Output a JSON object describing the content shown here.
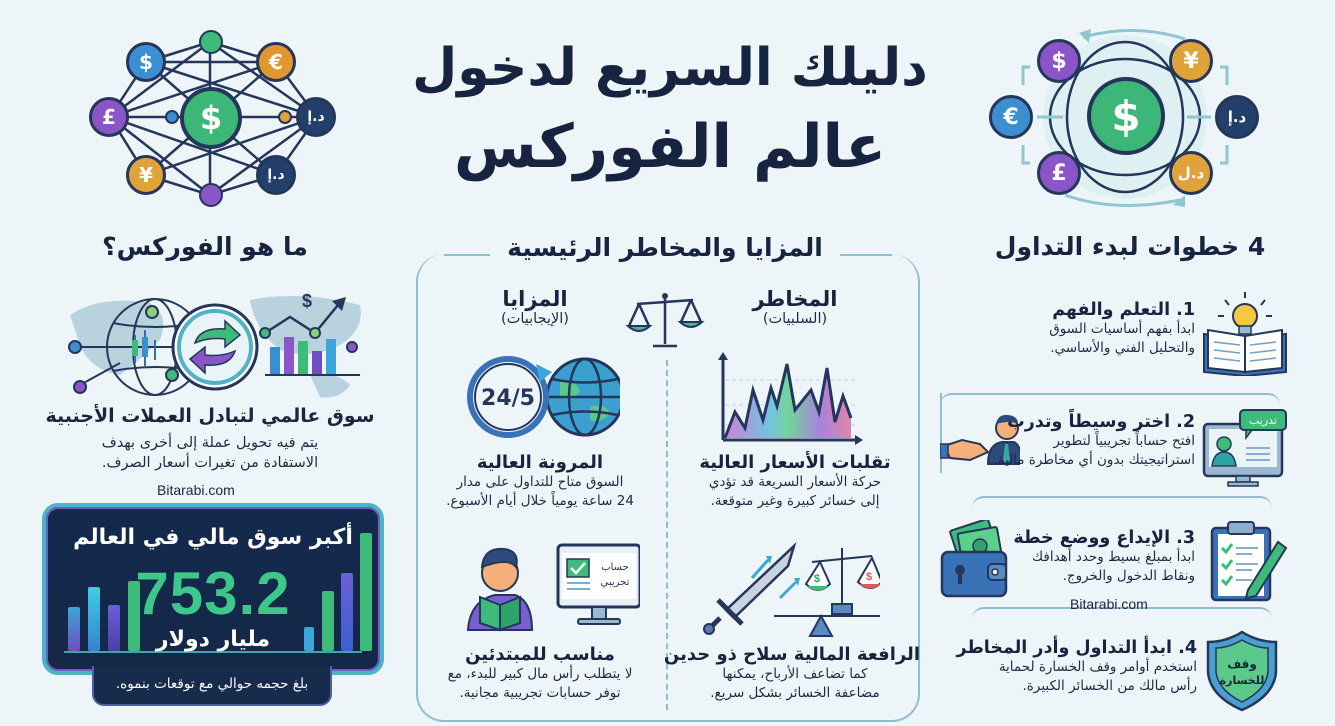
{
  "header": {
    "title_line1": "دليلك السريع لدخول",
    "title_line2": "عالم الفوركس"
  },
  "decor": {
    "left_network": {
      "center": "$",
      "coins": [
        "$",
        "€",
        "£",
        "د.إ",
        "¥",
        "د.إ"
      ]
    },
    "right_network": {
      "center": "$",
      "coins": [
        "$",
        "¥",
        "€",
        "د.إ",
        "£",
        "د.ل"
      ]
    }
  },
  "what_is": {
    "heading": "ما هو الفوركس؟",
    "subheading": "سوق عالمي لتبادل العملات الأجنبية",
    "desc_line1": "يتم فيه تحويل عملة إلى أخرى بهدف",
    "desc_line2": "الاستفادة من تغيرات أسعار الصرف.",
    "watermark": "Bitarabi.com",
    "stat": {
      "top": "أكبر سوق مالي في العالم",
      "value": "753.2",
      "unit": "مليار دولار",
      "footer": "بلغ حجمه حوالي مع توقعات بنموه."
    }
  },
  "pros_cons": {
    "heading": "المزايا والمخاطر الرئيسية",
    "pros": {
      "title": "المزايا",
      "subtitle": "(الإيجابيات)",
      "items": [
        {
          "icon_label": "24/5",
          "title": "المرونة العالية",
          "line1": "السوق متاح للتداول على مدار",
          "line2": "24 ساعة يومياً خلال أيام الأسبوع."
        },
        {
          "icon_label_line1": "حساب",
          "icon_label_line2": "تجريبي",
          "title": "مناسب للمبتدئين",
          "line1": "لا يتطلب رأس مال كبير للبدء، مع",
          "line2": "توفر حسابات تجريبية مجانية."
        }
      ]
    },
    "cons": {
      "title": "المخاطر",
      "subtitle": "(السلبيات)",
      "items": [
        {
          "title": "تقلبات الأسعار العالية",
          "line1": "حركة الأسعار السريعة قد تؤدي",
          "line2": "إلى خسائر كبيرة وغير متوقعة."
        },
        {
          "title": "الرافعة المالية سلاح ذو حدين",
          "line1": "كما تضاعف الأرباح، يمكنها",
          "line2": "مضاعفة الخسائر بشكل سريع."
        }
      ]
    }
  },
  "steps": {
    "heading": "4 خطوات لبدء التداول",
    "watermark": "Bitarabi.com",
    "items": [
      {
        "title": "1. التعلم والفهم",
        "line1": "ابدأ بفهم أساسيات السوق",
        "line2": "والتحليل الفني والأساسي."
      },
      {
        "title": "2. اختر وسيطاً وتدرب",
        "line1": "افتح حساباً تجريبياً لتطوير",
        "line2": "استراتيجيتك بدون أي مخاطرة مالية.",
        "badge": "تدريب"
      },
      {
        "title": "3. الإيداع ووضع خطة",
        "line1": "ابدأ بمبلغ بسيط وحدد أهدافك",
        "line2": "ونقاط الدخول والخروج."
      },
      {
        "title": "4. ابدأ التداول وأدر المخاطر",
        "line1": "استخدم أوامر وقف الخسارة لحماية",
        "line2": "رأس مالك من الخسائر الكبيرة.",
        "shield_line1": "وقف",
        "shield_line2": "للخسارة"
      }
    ]
  },
  "colors": {
    "navy": "#17243f",
    "green": "#3dc78b",
    "teal": "#4fb3c4",
    "purple": "#7b4fc2",
    "orange": "#e0a23a",
    "blue": "#3b8fd0",
    "background": "#eef5f8"
  }
}
